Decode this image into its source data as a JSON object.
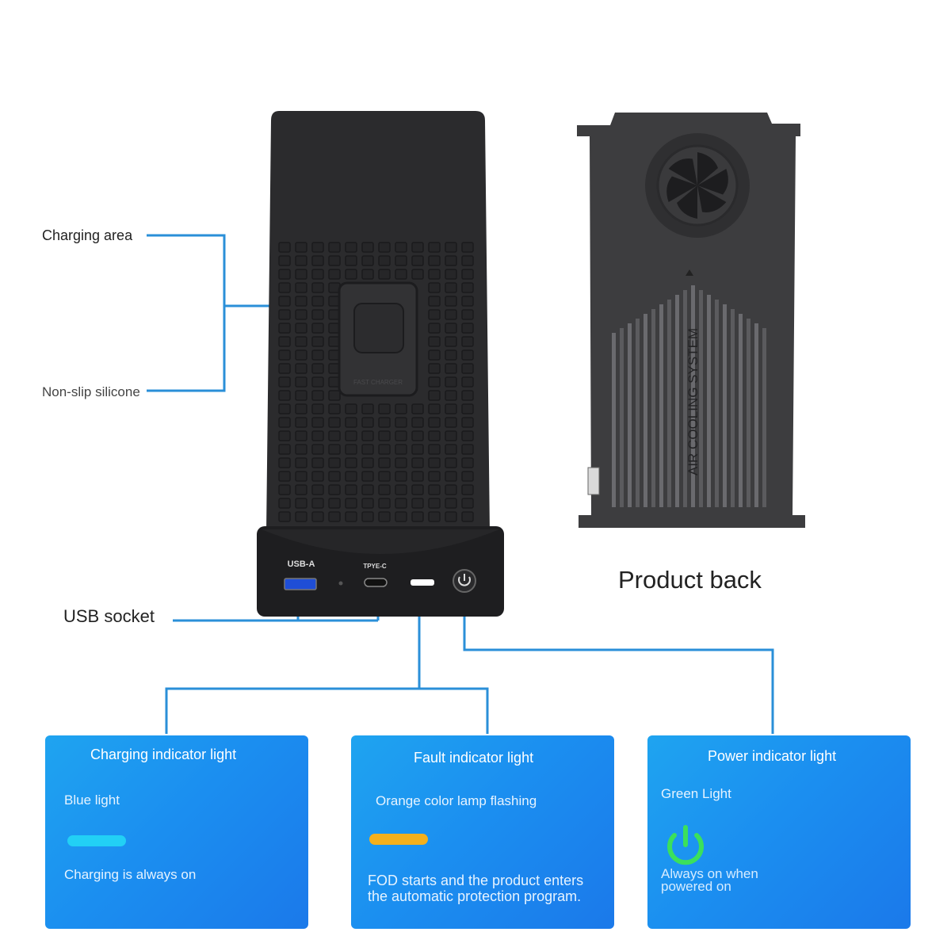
{
  "callouts": {
    "charging_area": "Charging area",
    "non_slip": "Non-slip silicone",
    "usb_socket": "USB socket"
  },
  "device_front": {
    "pad_brand": "FAST CHARGER",
    "port_usb_a": "USB-A",
    "port_type_c": "TPYE-C"
  },
  "device_back": {
    "fan_text": "AIR COOLING SYSTEM",
    "caption": "Product back"
  },
  "cards": [
    {
      "title": "Charging indicator light",
      "color_name": "Blue light",
      "description": "Charging is always on",
      "swatch": "#22d0f5"
    },
    {
      "title": "Fault indicator light",
      "color_name": "Orange color lamp flashing",
      "description": "FOD starts and the product enters the automatic protection program.",
      "swatch": "#f4b01c"
    },
    {
      "title": "Power indicator light",
      "color_name": "Green Light",
      "description": "Always on when powered on",
      "swatch": "#3be05c",
      "icon": "power-icon"
    }
  ],
  "colors": {
    "connector_line": "#2a8fd8",
    "device_body": "#2b2b2d",
    "device_back": "#3d3d3f"
  }
}
